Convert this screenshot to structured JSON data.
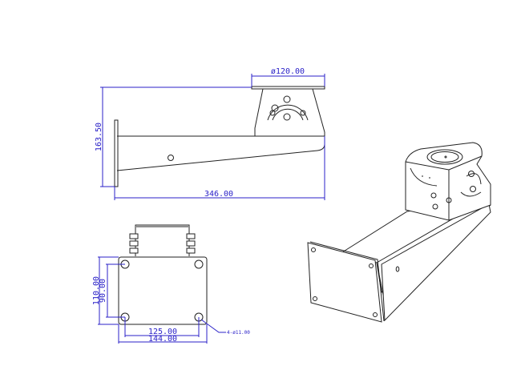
{
  "drawing": {
    "side_view": {
      "mount_diameter": "ø120.00",
      "overall_height": "163.50",
      "overall_length": "346.00"
    },
    "bottom_view": {
      "plate_height": "110.00",
      "hole_spacing_vertical": "90.00",
      "hole_spacing_horizontal": "125.00",
      "plate_width": "144.00",
      "holes": "4-ø11.00"
    },
    "colors": {
      "dimension": "#2b22c8",
      "outline": "#222222"
    }
  }
}
